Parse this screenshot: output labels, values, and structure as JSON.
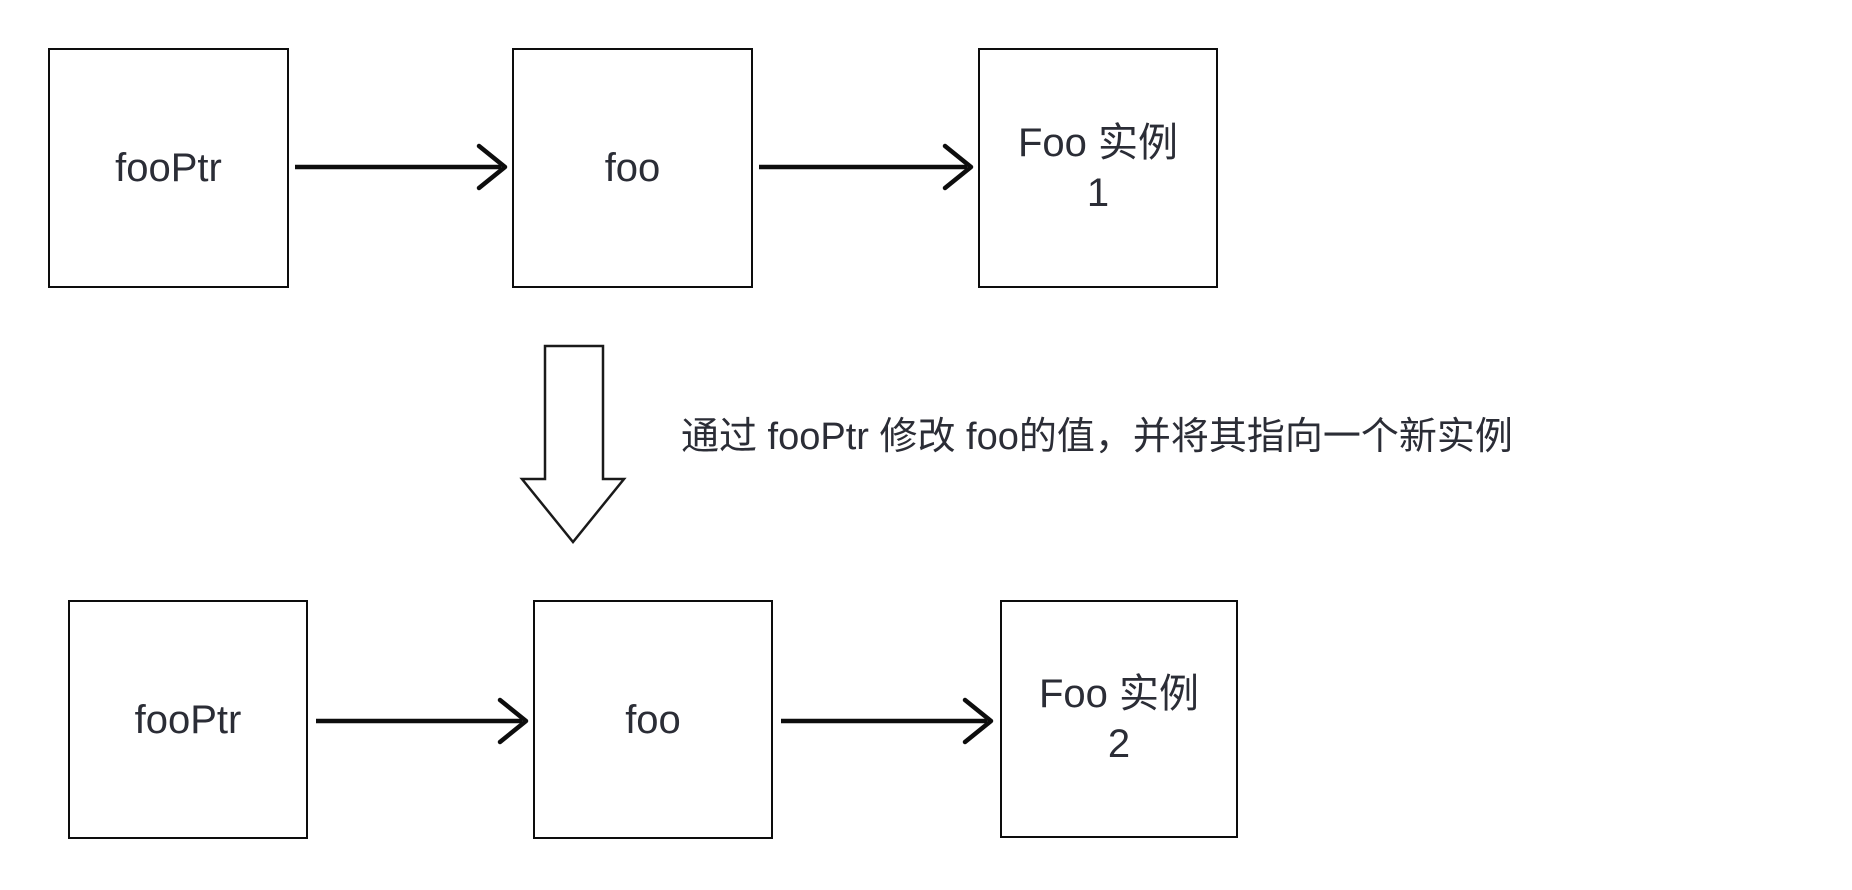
{
  "diagram": {
    "title_hint": "pointer reassignment diagram",
    "colors": {
      "background": "#ffffff",
      "box_border": "#0d0d0d",
      "arrow": "#0d0d0d",
      "text": "#2b2d36"
    },
    "boxes": {
      "top_fooptr": "fooPtr",
      "top_foo": "foo",
      "top_instance_line1": "Foo 实例",
      "top_instance_line2": "1",
      "bottom_fooptr": "fooPtr",
      "bottom_foo": "foo",
      "bottom_instance_line1": "Foo 实例",
      "bottom_instance_line2": "2"
    },
    "annotation": {
      "text": "通过 fooPtr 修改 foo的值，并将其指向一个新实例"
    }
  }
}
